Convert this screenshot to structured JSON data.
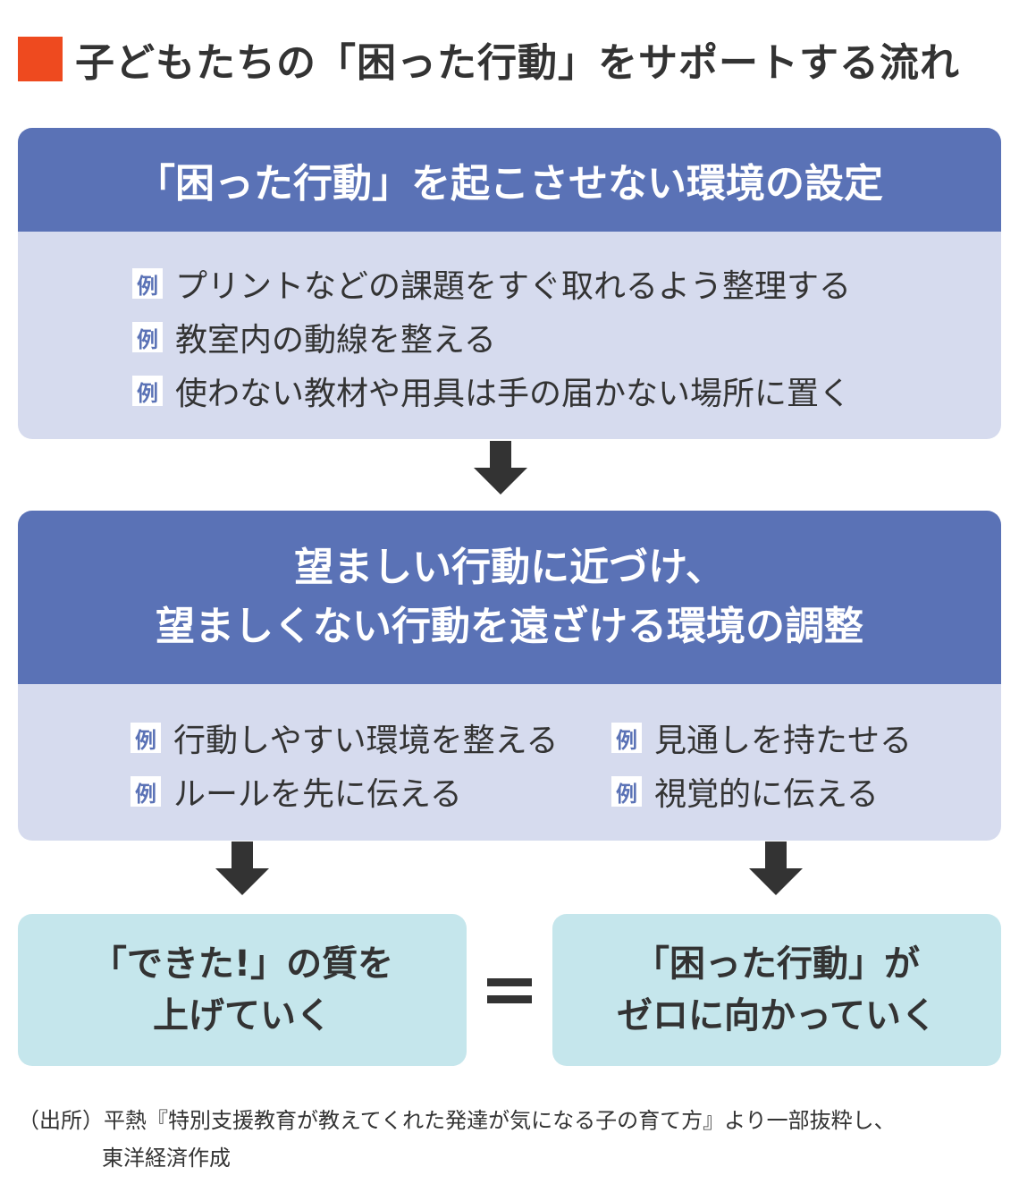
{
  "title": "子どもたちの「困った行動」をサポートする流れ",
  "colors": {
    "accent_square": "#ee4a1f",
    "header_blue": "#5a72b6",
    "body_lavender": "#d6dbee",
    "result_teal": "#c5e6ec",
    "text_dark": "#333333"
  },
  "badge_label": "例",
  "panel1": {
    "heading": "「困った行動」を起こさせない環境の設定",
    "examples": [
      "プリントなどの課題をすぐ取れるよう整理する",
      "教室内の動線を整える",
      "使わない教材や用具は手の届かない場所に置く"
    ]
  },
  "panel2": {
    "heading_lines": [
      "望ましい行動に近づけ、",
      "望ましくない行動を遠ざける環境の調整"
    ],
    "examples_left": [
      "行動しやすい環境を整える",
      "ルールを先に伝える"
    ],
    "examples_right": [
      "見通しを持たせる",
      "視覚的に伝える"
    ]
  },
  "result_left": {
    "lines": [
      "「できた!」の質を",
      "上げていく"
    ]
  },
  "equals_icon": "equals-sign",
  "result_right": {
    "lines": [
      "「困った行動」が",
      "ゼロに向かっていく"
    ]
  },
  "arrow_icon": "down-arrow-icon",
  "source": {
    "line1": "（出所）平熱『特別支援教育が教えてくれた発達が気になる子の育て方』より一部抜粋し、",
    "line2": "東洋経済作成"
  }
}
